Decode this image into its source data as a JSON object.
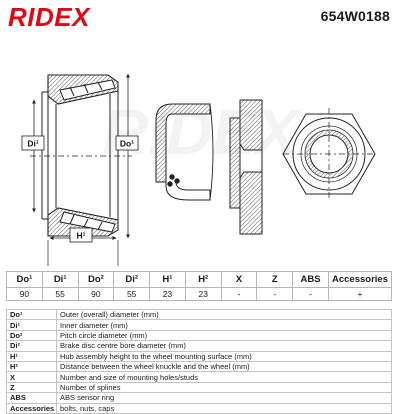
{
  "brand": {
    "name": "RIDEX",
    "color": "#e30613"
  },
  "part_number": "654W0188",
  "drawing_labels": {
    "inner_diameter": "Di¹",
    "outer_diameter": "Do¹",
    "height": "H¹"
  },
  "spec_table": {
    "headers": [
      "Do¹",
      "Di¹",
      "Do²",
      "Di²",
      "H¹",
      "H²",
      "X",
      "Z",
      "ABS",
      "Accessories"
    ],
    "values": [
      "90",
      "55",
      "90",
      "55",
      "23",
      "23",
      "-",
      "-",
      "-",
      "+"
    ]
  },
  "legend": [
    {
      "key": "Do¹",
      "desc": "Outer (overall) diameter (mm)"
    },
    {
      "key": "Di¹",
      "desc": "Inner diameter (mm)"
    },
    {
      "key": "Do²",
      "desc": "Pitch circle diameter (mm)"
    },
    {
      "key": "Di²",
      "desc": "Brake disc centre bore diameter (mm)"
    },
    {
      "key": "H¹",
      "desc": "Hub assembly height to the wheel mounting surface (mm)"
    },
    {
      "key": "H²",
      "desc": "Distance between the wheel knuckle and the wheel (mm)"
    },
    {
      "key": "X",
      "desc": "Number and size of mounting holes/studs"
    },
    {
      "key": "Z",
      "desc": "Number of splines"
    },
    {
      "key": "ABS",
      "desc": "ABS sensor ring"
    },
    {
      "key": "Accessories",
      "desc": "bolts, nuts, caps"
    }
  ]
}
